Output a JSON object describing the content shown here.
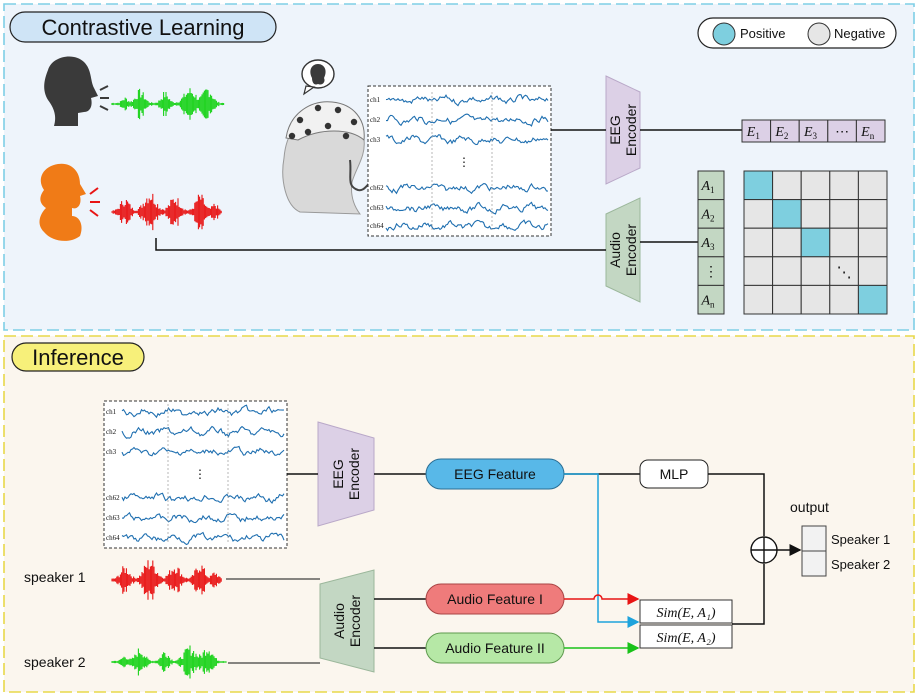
{
  "sections": {
    "top_title": "Contrastive Learning",
    "bottom_title": "Inference"
  },
  "legend": {
    "positive": "Positive",
    "negative": "Negative"
  },
  "channels": {
    "ch1": "ch1",
    "ch2": "ch2",
    "ch3": "ch3",
    "ch62": "ch62",
    "ch63": "ch63",
    "ch64": "ch64",
    "dots": "⋮"
  },
  "encoders": {
    "eeg_line1": "EEG",
    "eeg_line2": "Encoder",
    "audio_line1": "Audio",
    "audio_line2": "Encoder"
  },
  "eeg_embeddings": [
    "E",
    "E",
    "E",
    "⋯",
    "E"
  ],
  "eeg_embedding_subs": [
    "1",
    "2",
    "3",
    "",
    "n"
  ],
  "audio_embeddings": [
    "A",
    "A",
    "A",
    "⋮",
    "A"
  ],
  "audio_embedding_subs": [
    "1",
    "2",
    "3",
    "",
    "n"
  ],
  "matrix_diag_dots": "⋱",
  "inference": {
    "eeg_feature": "EEG Feature",
    "audio_feature_1": "Audio Feature I",
    "audio_feature_2": "Audio Feature II",
    "mlp": "MLP",
    "sim1": "Sim(E, A₁)",
    "sim2": "Sim(E, A₂)",
    "output_label": "output",
    "output_rows": [
      "Speaker 1",
      "Speaker 2"
    ],
    "speaker1": "speaker 1",
    "speaker2": "speaker 2"
  },
  "colors": {
    "positive": "#7ecfdf",
    "negative": "#e6e6e6",
    "eeg_encoder": "#dcd0e6",
    "audio_encoder": "#c3d7c3",
    "eeg_feature": "#58b8e8",
    "audio_feature_1": "#ef7b7b",
    "audio_feature_2": "#b6e8a6",
    "top_bg": "#eef4fb",
    "bottom_bg": "#fbf6ee",
    "green_wave": "#19d219",
    "red_wave": "#e81414",
    "orange_head": "#f07b17"
  }
}
